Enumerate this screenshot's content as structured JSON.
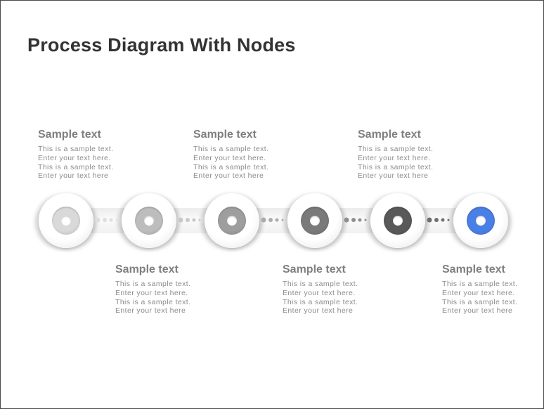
{
  "title": "Process Diagram With Nodes",
  "top_blocks": [
    {
      "heading": "Sample text",
      "lines": [
        "This is a sample  text.",
        "Enter your text here.",
        "This is a sample  text.",
        "Enter your text here"
      ]
    },
    {
      "heading": "Sample text",
      "lines": [
        "This is a sample  text.",
        "Enter your text here.",
        "This is a sample  text.",
        "Enter your text here"
      ]
    },
    {
      "heading": "Sample text",
      "lines": [
        "This is a sample  text.",
        "Enter your text here.",
        "This is a sample  text.",
        "Enter your text here"
      ]
    }
  ],
  "bottom_blocks": [
    {
      "heading": "Sample text",
      "lines": [
        "This is a sample  text.",
        "Enter your text here.",
        "This is a sample  text.",
        "Enter your text here"
      ]
    },
    {
      "heading": "Sample text",
      "lines": [
        "This is a sample  text.",
        "Enter your text here.",
        "This is a sample  text.",
        "Enter your text here"
      ]
    },
    {
      "heading": "Sample text",
      "lines": [
        "This is a sample  text.",
        "Enter your text here.",
        "This is a sample  text.",
        "Enter your text here"
      ]
    }
  ],
  "node_colors": [
    "#d9d9d9",
    "#bdbdbd",
    "#9e9e9e",
    "#7a7a7a",
    "#595959",
    "#4a7fe6"
  ],
  "connector_dot_colors": [
    "#dedede",
    "#c8c8c8",
    "#ababab",
    "#8f8f8f",
    "#6f6f6f"
  ]
}
